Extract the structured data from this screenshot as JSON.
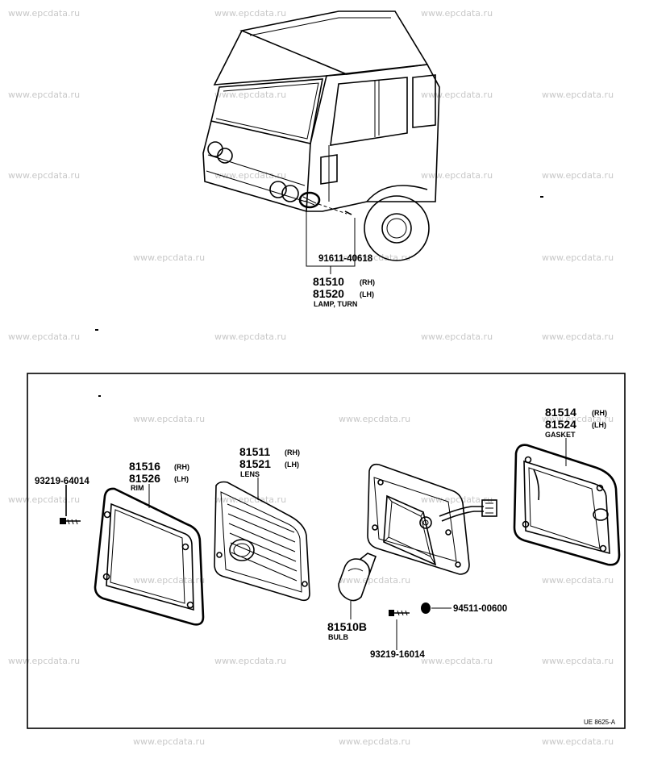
{
  "watermark": "www.epcdata.ru",
  "figure_code": "UE 8625-A",
  "top_view": {
    "screw_part": "91611-40618",
    "lamp_rh": "81510",
    "lamp_lh": "81520",
    "rh": "(RH)",
    "lh": "(LH)",
    "lamp_name": "LAMP, TURN"
  },
  "parts": {
    "screw_rim": {
      "number": "93219-64014"
    },
    "rim": {
      "rh": "81516",
      "lh": "81526",
      "rh_tag": "(RH)",
      "lh_tag": "(LH)",
      "name": "RIM"
    },
    "lens": {
      "rh": "81511",
      "lh": "81521",
      "rh_tag": "(RH)",
      "lh_tag": "(LH)",
      "name": "LENS"
    },
    "gasket": {
      "rh": "81514",
      "lh": "81524",
      "rh_tag": "(RH)",
      "lh_tag": "(LH)",
      "name": "GASKET"
    },
    "bulb": {
      "number": "81510B",
      "name": "BULB"
    },
    "nut": {
      "number": "94511-00600"
    },
    "screw_housing": {
      "number": "93219-16014"
    }
  }
}
